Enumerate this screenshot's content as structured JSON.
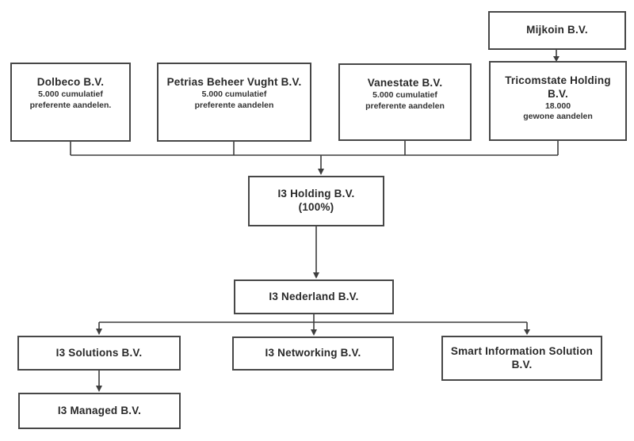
{
  "diagram": {
    "type": "org-chart",
    "background_color": "#ffffff",
    "line_color": "#3d3d3d",
    "border_color": "#474747",
    "text_color": "#2a2a2a"
  },
  "nodes": {
    "mijkoin": {
      "title": "Mijkoin B.V."
    },
    "dolbeco": {
      "title": "Dolbeco B.V.",
      "line2": "5.000 cumulatief",
      "line3": "preferente aandelen."
    },
    "petrias": {
      "title": "Petrias Beheer Vught B.V.",
      "line2": "5.000 cumulatief",
      "line3": "preferente aandelen"
    },
    "vanestate": {
      "title": "Vanestate B.V.",
      "line2": "5.000 cumulatief",
      "line3": "preferente aandelen"
    },
    "tricomstate": {
      "title": "Tricomstate Holding B.V.",
      "line2": "18.000",
      "line3": "gewone aandelen"
    },
    "i3_holding": {
      "title": "I3 Holding B.V.",
      "line2": "(100%)"
    },
    "i3_nederland": {
      "title": "I3 Nederland B.V."
    },
    "i3_solutions": {
      "title": "I3 Solutions B.V."
    },
    "i3_networking": {
      "title": "I3 Networking B.V."
    },
    "smart_information": {
      "title": "Smart Information Solution B.V."
    },
    "i3_managed": {
      "title": "I3 Managed B.V."
    }
  },
  "edges": [
    {
      "from": "mijkoin",
      "to": "tricomstate"
    },
    {
      "from": "dolbeco",
      "to": "i3_holding"
    },
    {
      "from": "petrias",
      "to": "i3_holding"
    },
    {
      "from": "vanestate",
      "to": "i3_holding"
    },
    {
      "from": "tricomstate",
      "to": "i3_holding"
    },
    {
      "from": "i3_holding",
      "to": "i3_nederland"
    },
    {
      "from": "i3_nederland",
      "to": "i3_solutions"
    },
    {
      "from": "i3_nederland",
      "to": "i3_networking"
    },
    {
      "from": "i3_nederland",
      "to": "smart_information"
    },
    {
      "from": "i3_solutions",
      "to": "i3_managed"
    }
  ]
}
